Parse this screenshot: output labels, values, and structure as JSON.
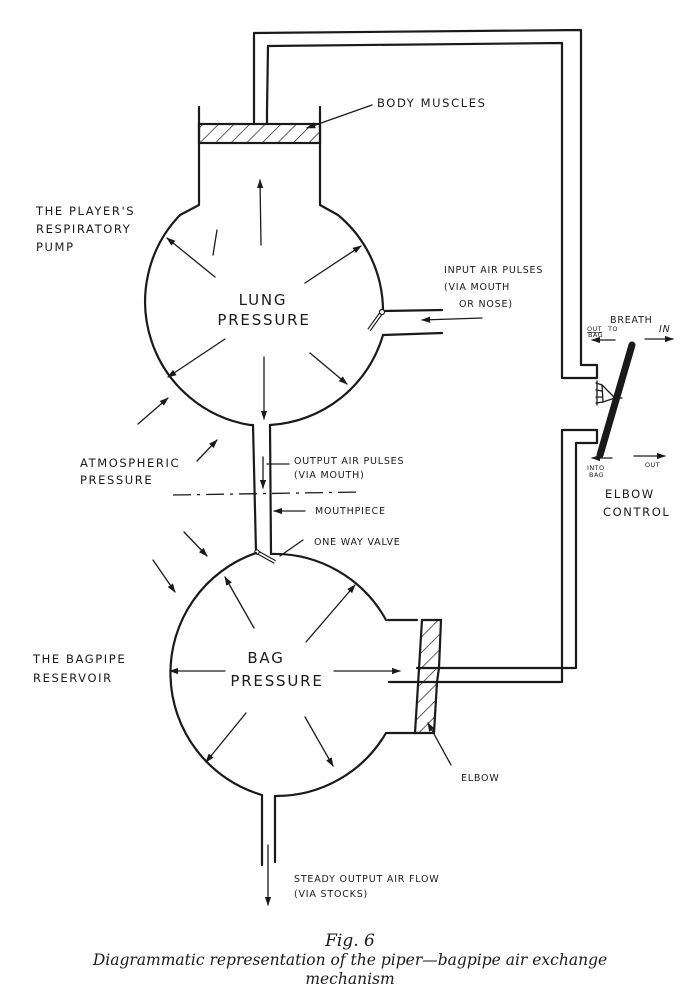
{
  "figure": {
    "number": "Fig. 6",
    "caption": "Diagrammatic representation of the piper—bagpipe air exchange mechanism"
  },
  "labels": {
    "body_muscles": "BODY MUSCLES",
    "respiratory_pump": [
      "THE PLAYER'S",
      "RESPIRATORY",
      "PUMP"
    ],
    "lung_pressure": [
      "LUNG",
      "PRESSURE"
    ],
    "input_air_pulses": [
      "INPUT AIR PULSES",
      "(VIA MOUTH",
      "OR NOSE)"
    ],
    "breath": "BREATH",
    "out_to_bag": [
      "OUT",
      "BAG"
    ],
    "to": "TO",
    "in": "IN",
    "into_bag": [
      "INTO",
      "BAG"
    ],
    "out": "OUT",
    "elbow_control": [
      "ELBOW",
      "CONTROL"
    ],
    "atmospheric_pressure": [
      "ATMOSPHERIC",
      "PRESSURE"
    ],
    "output_air_pulses": [
      "OUTPUT AIR PULSES",
      "(VIA MOUTH)"
    ],
    "mouthpiece": "MOUTHPIECE",
    "one_way_valve": "ONE WAY VALVE",
    "bagpipe_reservoir": [
      "THE BAGPIPE",
      "RESERVOIR"
    ],
    "bag_pressure": [
      "BAG",
      "PRESSURE"
    ],
    "elbow": "ELBOW",
    "steady_output": [
      "STEADY OUTPUT AIR FLOW",
      "(VIA STOCKS)"
    ]
  },
  "colors": {
    "ink": "#1a1a1a",
    "paper": "#ffffff"
  }
}
